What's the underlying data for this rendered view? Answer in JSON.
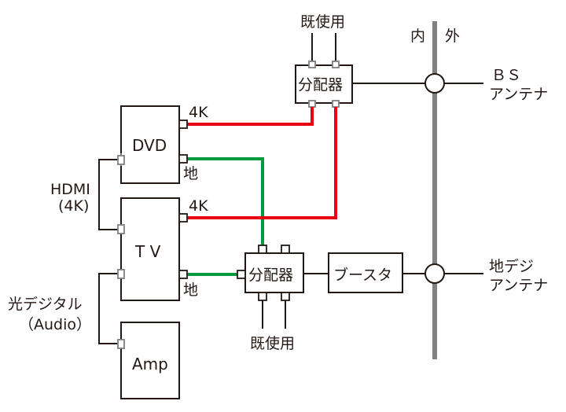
{
  "wall": {
    "inside_label": "内",
    "outside_label": "外"
  },
  "devices": {
    "dvd": "DVD",
    "tv": "T V",
    "amp": "Amp"
  },
  "splitters": {
    "top": {
      "label": "分配器",
      "unused_label": "既使用"
    },
    "bottom": {
      "label": "分配器",
      "unused_label": "既使用"
    }
  },
  "booster": {
    "label": "ブースタ"
  },
  "antennas": {
    "bs": {
      "line1": "ＢＳ",
      "line2": "アンテナ"
    },
    "terrestrial": {
      "line1": "地デジ",
      "line2": "アンテナ"
    }
  },
  "port_labels": {
    "dvd_4k": "4K",
    "dvd_terrestrial": "地",
    "tv_4k": "4K",
    "tv_terrestrial": "地"
  },
  "connections": {
    "hdmi": {
      "line1": "HDMI",
      "line2": "(4K)"
    },
    "optical": {
      "line1": "光デジタル",
      "line2": "（Audio）"
    }
  },
  "colors": {
    "bs_4k_cable": "#e60012",
    "terrestrial_cable": "#009a3e",
    "wall": "#808080"
  }
}
